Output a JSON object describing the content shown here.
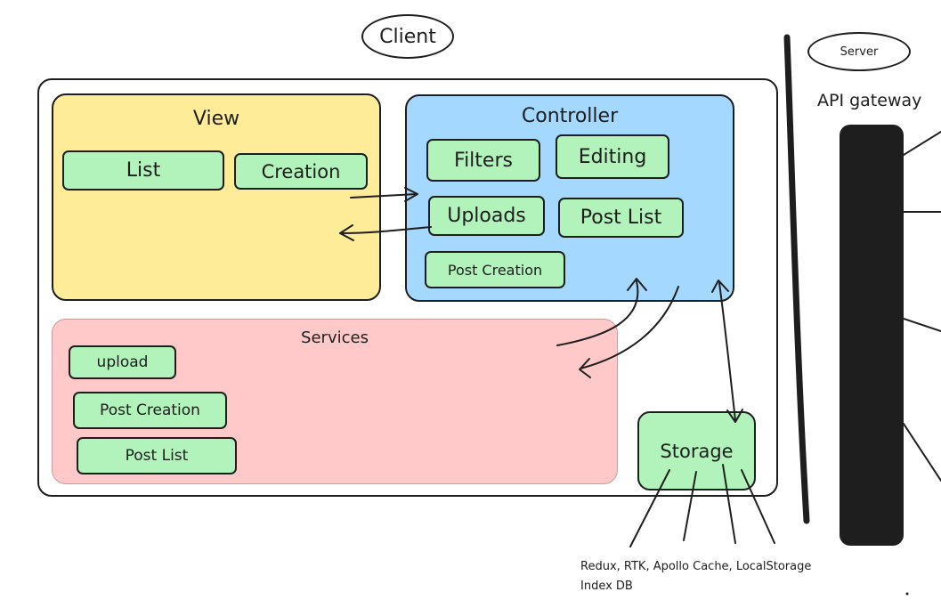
{
  "labels": {
    "client": "Client",
    "server": "Server",
    "api_gateway": "API gateway"
  },
  "view": {
    "title": "View",
    "items": [
      "List",
      "Creation"
    ]
  },
  "controller": {
    "title": "Controller",
    "items": [
      "Filters",
      "Editing",
      "Uploads",
      "Post List",
      "Post Creation"
    ]
  },
  "services": {
    "title": "Services",
    "items": [
      "upload",
      "Post Creation",
      "Post List"
    ]
  },
  "storage": {
    "title": "Storage",
    "note_line1": "Redux, RTK, Apollo Cache, LocalStorage",
    "note_line2": "Index DB"
  },
  "colors": {
    "view_fill": "#ffec99",
    "controller_fill": "#a5d8ff",
    "services_fill": "#ffc9c9",
    "chip_fill": "#b2f2bb",
    "stroke": "#1e1e1e"
  }
}
